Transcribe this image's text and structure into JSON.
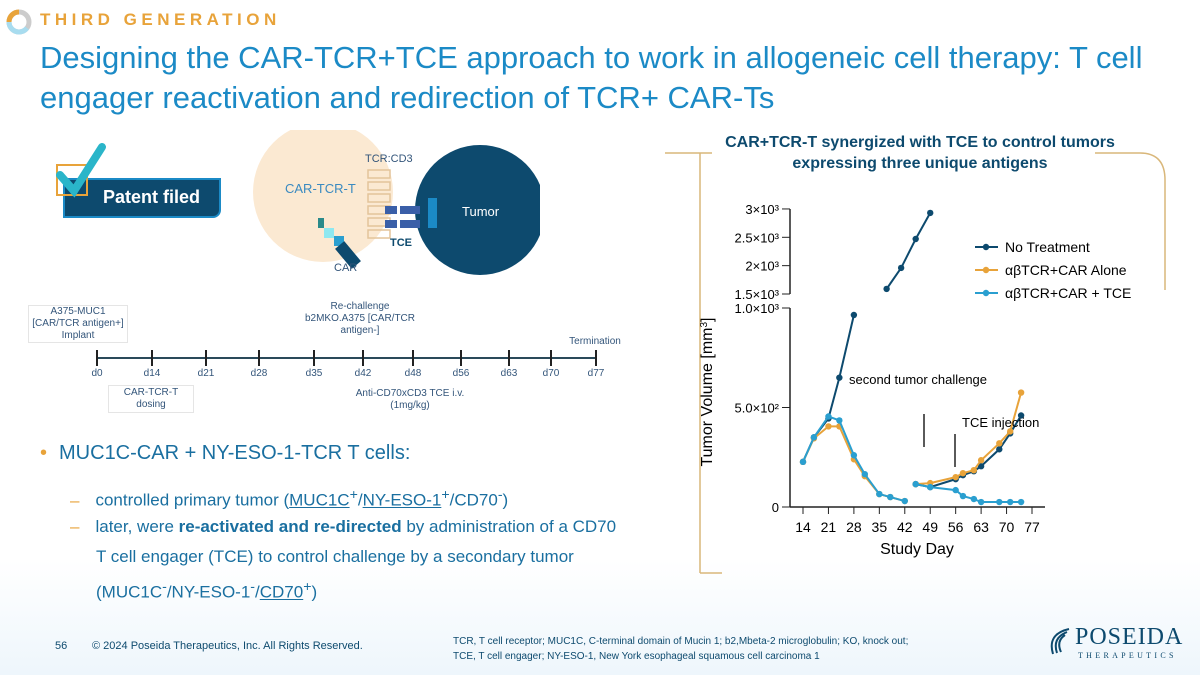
{
  "header": {
    "kicker": "THIRD GENERATION",
    "title": "Designing the CAR-TCR+TCE approach to work in allogeneic cell therapy: T cell engager reactivation and redirection of TCR+ CAR-Ts"
  },
  "patent": {
    "label": "Patent filed"
  },
  "diagram": {
    "tcr_cd3": "TCR:CD3",
    "car_tcr_t": "CAR-TCR-T",
    "tumor": "Tumor",
    "tce": "TCE",
    "car": "CAR"
  },
  "timeline": {
    "implant": "A375-MUC1 [CAR/TCR antigen+] Implant",
    "rechallenge": "Re-challenge b2MKO.A375 [CAR/TCR antigen-]",
    "termination": "Termination",
    "dosing": "CAR-TCR-T dosing",
    "tce": "Anti-CD70xCD3 TCE i.v. (1mg/kg)",
    "days": [
      "d0",
      "d14",
      "d21",
      "d28",
      "d35",
      "d42",
      "d48",
      "d56",
      "d63",
      "d70",
      "d77"
    ]
  },
  "bullets": {
    "main": "MUC1C-CAR + NY-ESO-1-TCR T cells:",
    "sub1_pre": "controlled primary tumor (",
    "sub1_a": "MUC1C",
    "sub1_a_sup": "+",
    "sub1_b": "NY-ESO-1",
    "sub1_b_sup": "+",
    "sub1_c": "/CD70",
    "sub1_c_sup": "-",
    "sub1_end": ")",
    "sub2_pre": "later, were ",
    "sub2_bold": "re-activated and re-directed",
    "sub2_post": " by administration of a CD70 T cell engager (TCE) to control challenge by a secondary tumor (MUC1C",
    "sub2_sup1": "-",
    "sub2_mid": "/NY-ESO-1",
    "sub2_sup2": "-",
    "sub2_slash": "/",
    "sub2_cd70": "CD70",
    "sub2_sup3": "+",
    "sub2_end": ")"
  },
  "chart_data": {
    "type": "line",
    "title": "CAR+TCR-T synergized with TCE to control tumors expressing three unique antigens",
    "xlabel": "Study Day",
    "ylabel": "Tumor Volume [mm3]",
    "xticks": [
      "14",
      "21",
      "28",
      "35",
      "42",
      "49",
      "56",
      "63",
      "70",
      "77"
    ],
    "yticks_lower": [
      {
        "v": 0,
        "label": "0"
      },
      {
        "v": 500,
        "label": "5.0×10²"
      },
      {
        "v": 1000,
        "label": "1.0×10³"
      }
    ],
    "yticks_upper": [
      {
        "v": 1500,
        "label": "1.5×10³"
      },
      {
        "v": 2000,
        "label": "2×10³"
      },
      {
        "v": 2500,
        "label": "2.5×10³"
      },
      {
        "v": 3000,
        "label": "3×10³"
      }
    ],
    "ylim": [
      0,
      3000
    ],
    "axis_break": [
      1000,
      1500
    ],
    "annotations": [
      "second tumor challenge",
      "TCE injection"
    ],
    "legend_position": "right",
    "series": [
      {
        "name": "No Treatment",
        "color": "#0d4a6e",
        "segments": [
          {
            "x": [
              14,
              17,
              21,
              24,
              28
            ],
            "y": [
              227,
              350,
              445,
              650,
              965
            ]
          },
          {
            "x": [
              37,
              41,
              45,
              49
            ],
            "y": [
              1590,
              1960,
              2470,
              2930
            ]
          },
          {
            "x": [
              45,
              49,
              56,
              58,
              61,
              63,
              68,
              71,
              74
            ],
            "y": [
              115,
              100,
              140,
              160,
              180,
              205,
              290,
              370,
              460
            ]
          }
        ]
      },
      {
        "name": "αβTCR+CAR Alone",
        "color": "#e8a33a",
        "segments": [
          {
            "x": [
              14,
              17,
              21,
              24,
              28,
              31,
              35,
              38,
              42
            ],
            "y": [
              227,
              345,
              405,
              405,
              240,
              155,
              65,
              50,
              30
            ]
          },
          {
            "x": [
              45,
              49,
              56,
              58,
              61,
              63,
              68,
              71,
              74
            ],
            "y": [
              115,
              120,
              150,
              170,
              185,
              235,
              320,
              380,
              575
            ]
          }
        ]
      },
      {
        "name": "αβTCR+CAR + TCE",
        "color": "#2a9fd0",
        "segments": [
          {
            "x": [
              14,
              17,
              21,
              24,
              28,
              31,
              35,
              38,
              42
            ],
            "y": [
              227,
              350,
              455,
              435,
              260,
              165,
              65,
              50,
              30
            ]
          },
          {
            "x": [
              45,
              49,
              56,
              58,
              61,
              63,
              68,
              71,
              74
            ],
            "y": [
              115,
              100,
              85,
              55,
              40,
              25,
              25,
              25,
              25
            ]
          }
        ]
      }
    ]
  },
  "footer": {
    "page": "56",
    "copyright": "© 2024 Poseida Therapeutics, Inc. All Rights Reserved.",
    "abbrev1": "TCR, T cell receptor; MUC1C, C-terminal domain of Mucin 1; b2,Mbeta-2 microglobulin; KO, knock out;",
    "abbrev2": "TCE, T cell engager; NY-ESO-1, New York esophageal squamous cell carcinoma 1",
    "logo": "POSEIDA",
    "logo_sub": "THERAPEUTICS"
  }
}
